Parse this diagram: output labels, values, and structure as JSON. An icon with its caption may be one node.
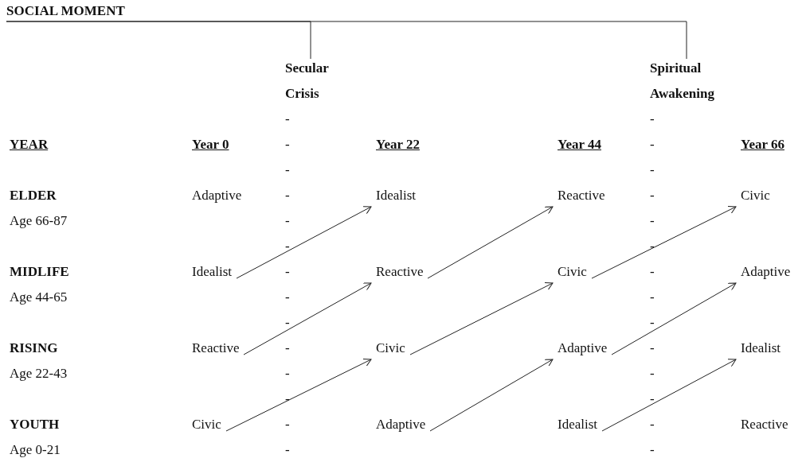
{
  "diagram": {
    "nodes": [
      {
        "text": [
          "SOCIAL MOMENT"
        ]
      },
      {
        "text": [
          "Secular Crisis"
        ]
      },
      {
        "text": [
          "Spiritual Awakening"
        ]
      },
      {
        "text": [
          "Idealist"
        ]
      },
      {
        "text": [
          "Reactive"
        ]
      },
      {
        "text": [
          "Civic"
        ]
      },
      {
        "text": [
          "Idealist"
        ]
      },
      {
        "text": [
          "Reactive"
        ]
      },
      {
        "text": [
          "Civic"
        ]
      },
      {
        "text": [
          "Adaptive"
        ]
      },
      {
        "text": [
          "Reactive"
        ]
      },
      {
        "text": [
          "Civic"
        ]
      },
      {
        "text": [
          "Adaptive"
        ]
      },
      {
        "text": [
          "Idealist"
        ]
      },
      {
        "text": [
          "Civic"
        ]
      },
      {
        "text": [
          "Adaptive"
        ]
      },
      {
        "text": [
          "Idealist"
        ]
      }
    ],
    "edges": [
      {
        "from": 0,
        "to": 1,
        "arrow": "none"
      },
      {
        "from": 0,
        "to": 2,
        "arrow": "none"
      },
      {
        "from": 6,
        "to": 3,
        "arrow": "to"
      },
      {
        "from": 7,
        "to": 4,
        "arrow": "to"
      },
      {
        "from": 8,
        "to": 5,
        "arrow": "to"
      },
      {
        "from": 10,
        "to": 7,
        "arrow": "to"
      },
      {
        "from": 11,
        "to": 8,
        "arrow": "to"
      },
      {
        "from": 12,
        "to": 9,
        "arrow": "to"
      },
      {
        "from": 14,
        "to": 11,
        "arrow": "to"
      },
      {
        "from": 15,
        "to": 12,
        "arrow": "to"
      },
      {
        "from": 16,
        "to": 13,
        "arrow": "to"
      }
    ],
    "labels": [
      "-",
      "-",
      "YEAR",
      "Year 0",
      "-",
      "Year 22",
      "Year 44",
      "-",
      "Year 66",
      "-",
      "-",
      "ELDER",
      "Adaptive",
      "-",
      "-",
      "Age 66-87",
      "-",
      "-",
      "-",
      "-",
      "MIDLIFE",
      "-",
      "-",
      "Age 44-65",
      "-",
      "-",
      "-",
      "-",
      "RISING",
      "-",
      "-",
      "Age 22-43",
      "-",
      "-",
      "-",
      "-",
      "YOUTH",
      "-",
      "-",
      "Reactive",
      "Age 0-21",
      "-",
      "-"
    ]
  }
}
